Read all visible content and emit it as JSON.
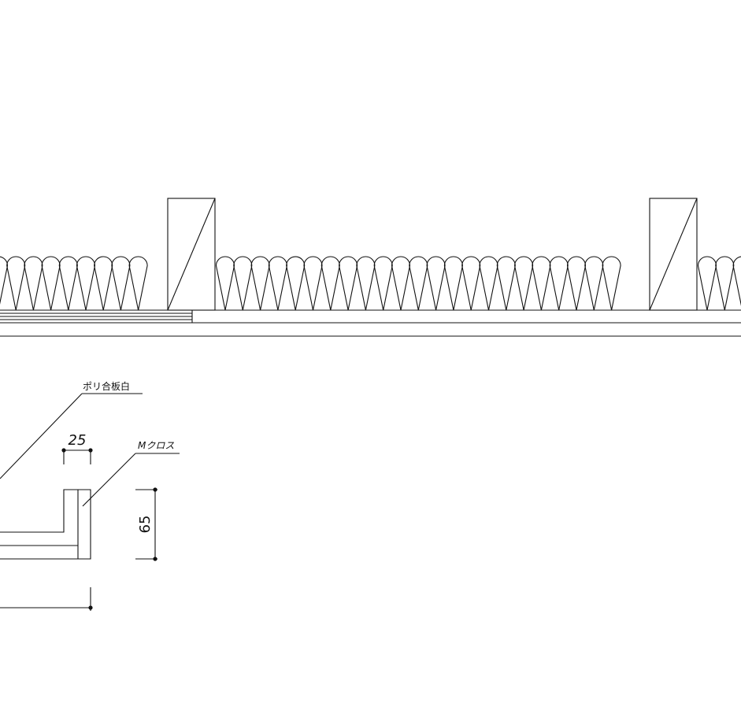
{
  "annotations": {
    "board_label": "ポリ合板白",
    "cloth_label": "Mクロス"
  },
  "dimensions": {
    "width_value": "25",
    "height_value": "65"
  },
  "colors": {
    "line": "#111111",
    "background": "#ffffff"
  }
}
